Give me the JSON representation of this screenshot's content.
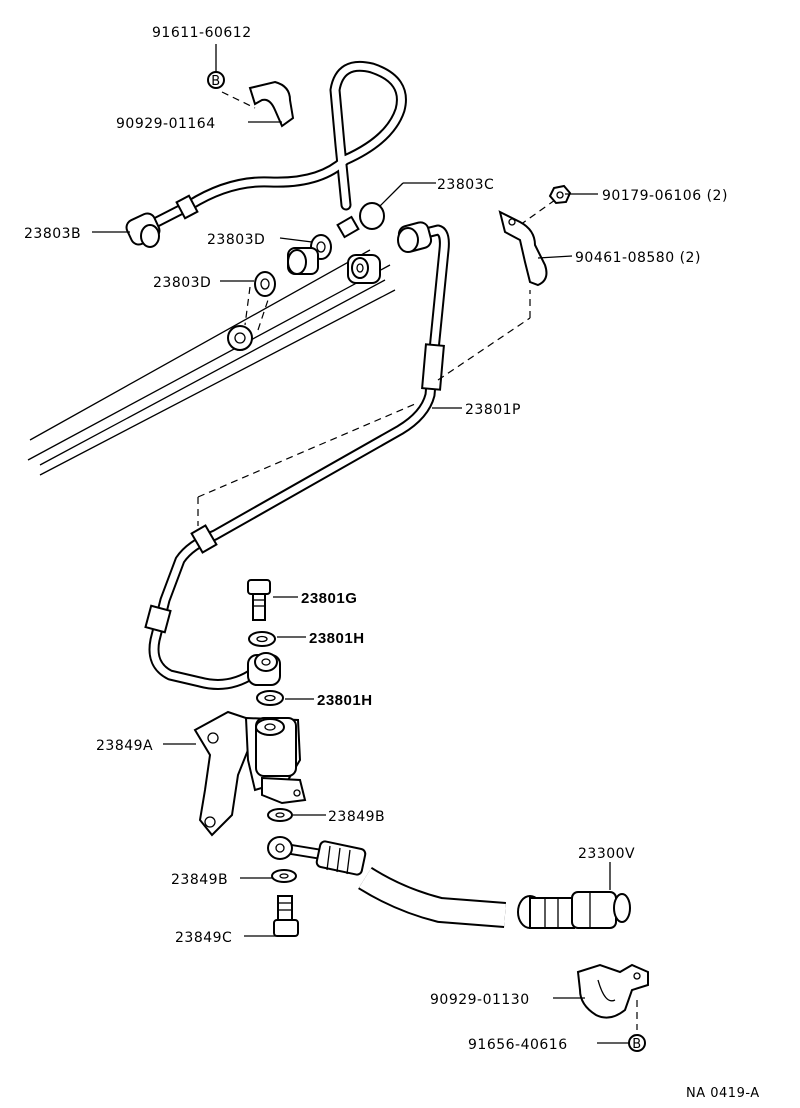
{
  "labels": {
    "p91611": "91611-60612",
    "p90929_01164": "90929-01164",
    "p23803B": "23803B",
    "p23803C": "23803C",
    "p23803D_a": "23803D",
    "p23803D_b": "23803D",
    "p90179": "90179-06106 (2)",
    "p90461": "90461-08580 (2)",
    "p23801P": "23801P",
    "p23801G": "23801G",
    "p23801H_a": "23801H",
    "p23801H_b": "23801H",
    "p23849A": "23849A",
    "p23849B_a": "23849B",
    "p23849B_b": "23849B",
    "p23849C": "23849C",
    "p23300V": "23300V",
    "p90929_01130": "90929-01130",
    "p91656": "91656-40616",
    "ref_b1": "B",
    "ref_b2": "B",
    "footer": "NA 0419-A"
  }
}
